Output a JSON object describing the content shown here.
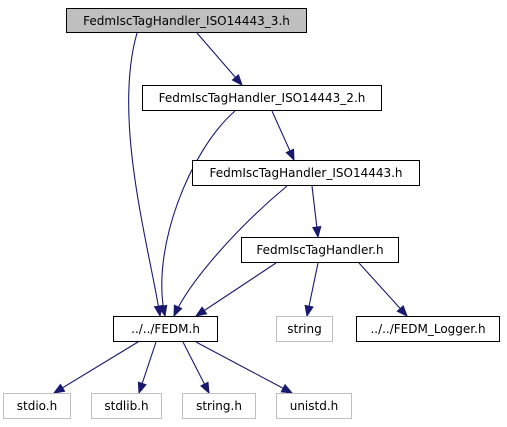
{
  "nodes": {
    "iso3": "FedmIscTagHandler_ISO14443_3.h",
    "iso2": "FedmIscTagHandler_ISO14443_2.h",
    "iso": "FedmIscTagHandler_ISO14443.h",
    "handler": "FedmIscTagHandler.h",
    "fedm": "../../FEDM.h",
    "string_std": "string",
    "logger": "../../FEDM_Logger.h",
    "stdio": "stdio.h",
    "stdlib": "stdlib.h",
    "string_h": "string.h",
    "unistd": "unistd.h"
  },
  "edges": [
    [
      "iso3",
      "iso2"
    ],
    [
      "iso3",
      "fedm"
    ],
    [
      "iso2",
      "iso"
    ],
    [
      "iso2",
      "fedm"
    ],
    [
      "iso",
      "handler"
    ],
    [
      "iso",
      "fedm"
    ],
    [
      "handler",
      "fedm"
    ],
    [
      "handler",
      "string_std"
    ],
    [
      "handler",
      "logger"
    ],
    [
      "fedm",
      "stdio"
    ],
    [
      "fedm",
      "stdlib"
    ],
    [
      "fedm",
      "string_h"
    ],
    [
      "fedm",
      "unistd"
    ]
  ],
  "colors": {
    "edge": "#191970",
    "root_fill": "#bfbfbf",
    "external_border": "#bfbfbf"
  }
}
